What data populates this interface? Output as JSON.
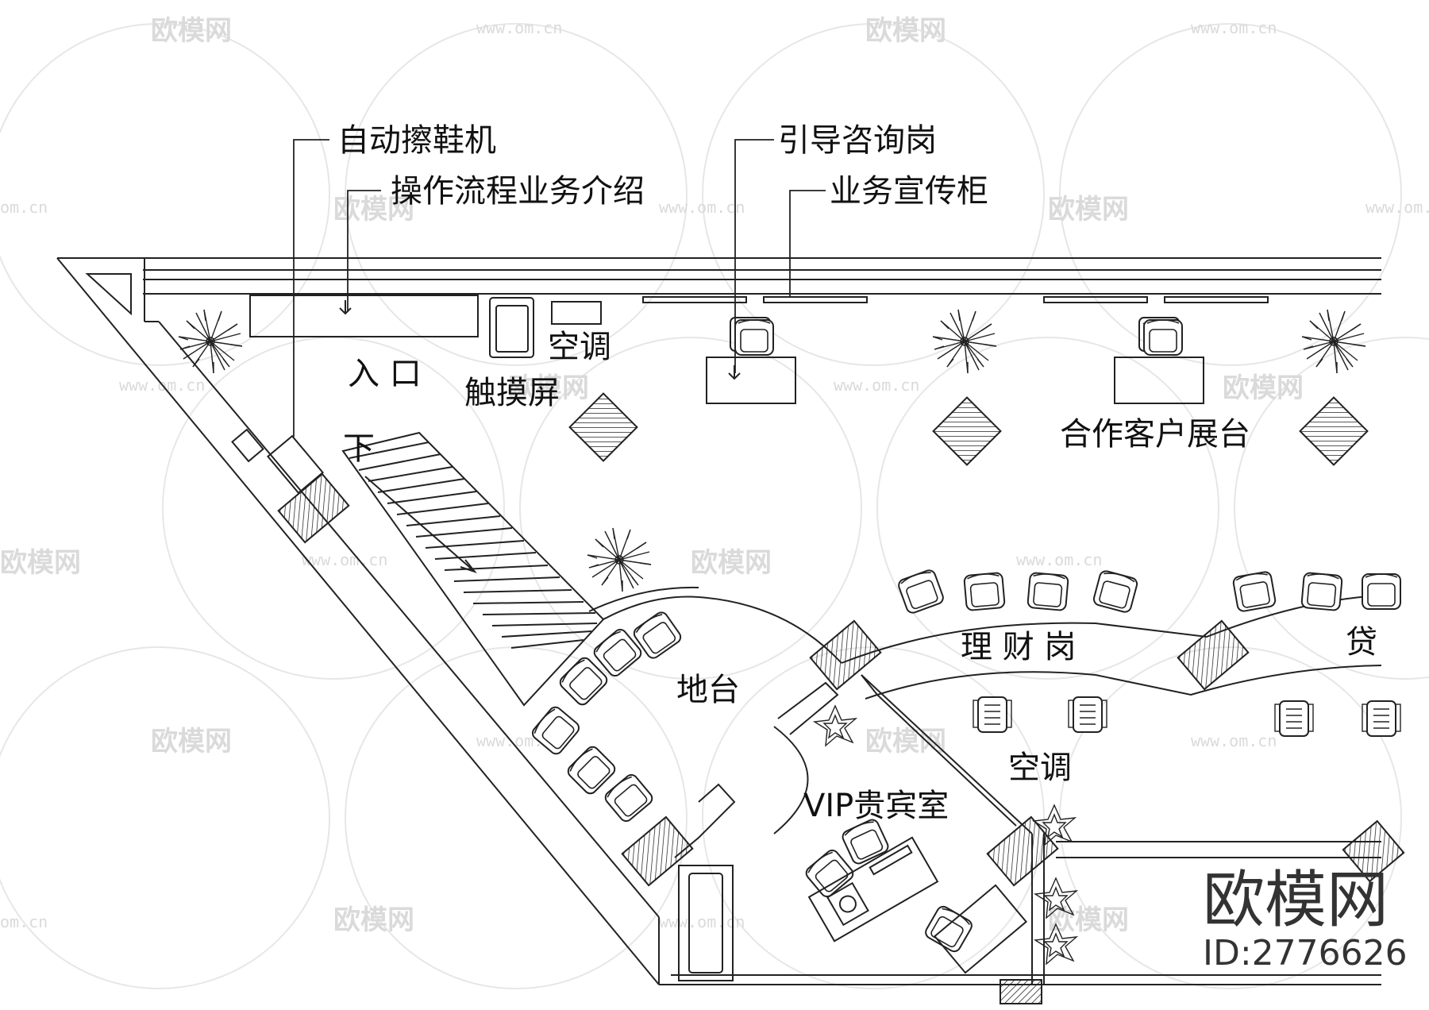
{
  "labels": {
    "shoe_machine": "自动擦鞋机",
    "process_intro": "操作流程业务介绍",
    "guide_desk": "引导咨询岗",
    "promo_cabinet": "业务宣传柜",
    "ac_top": "空调",
    "entrance": "入 口",
    "touch_screen": "触摸屏",
    "partner_display": "合作客户展台",
    "down": "下",
    "finance": "理 财 岗",
    "loan": "贷",
    "platform": "地台",
    "ac_mid": "空调",
    "vip_room": "VIP贵宾室"
  },
  "watermark": {
    "brand": "欧模网",
    "site": "www.om.cn",
    "site_short": "om.cn"
  },
  "footer": {
    "brand": "欧模网",
    "id": "ID:2776626"
  }
}
